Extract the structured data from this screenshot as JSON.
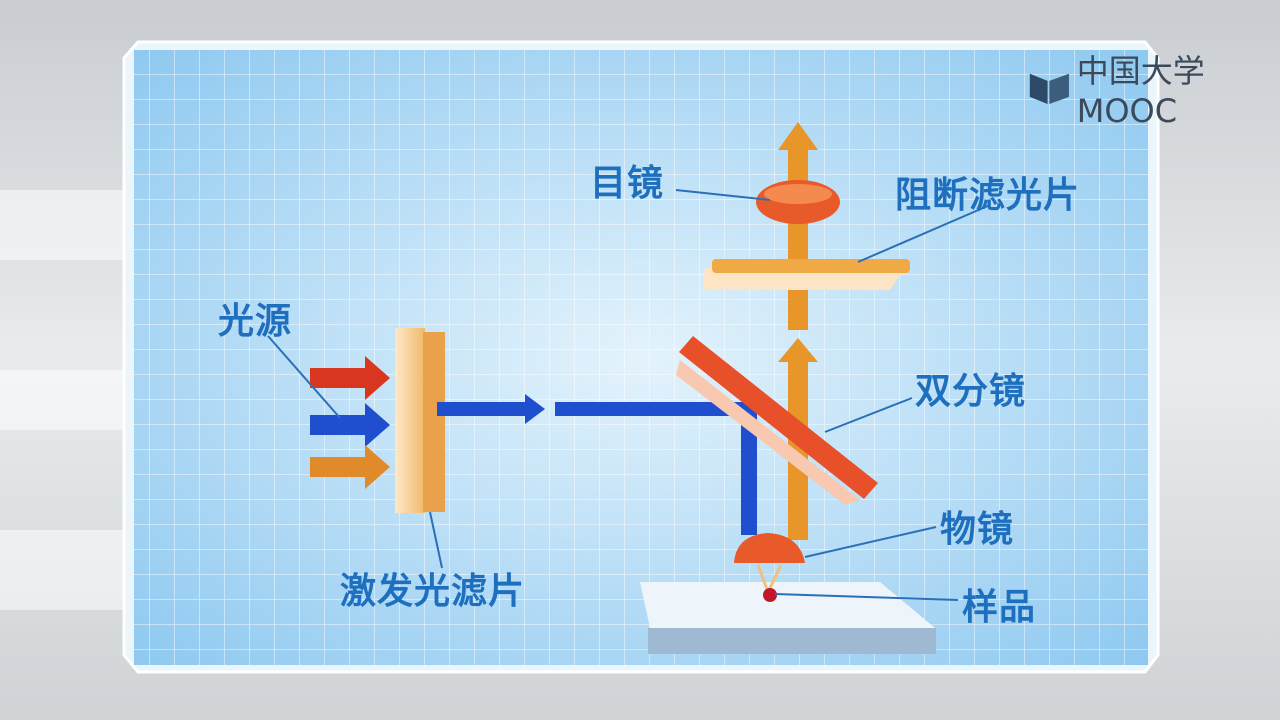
{
  "logo": {
    "text": "中国大学MOOC"
  },
  "labels": {
    "eyepiece": "目镜",
    "barrier_filter": "阻断滤光片",
    "light_source": "光源",
    "dichroic_mirror": "双分镜",
    "objective": "物镜",
    "excitation_filter": "激发光滤片",
    "sample": "样品"
  },
  "colors": {
    "label": "#1f6fbf",
    "panel": "#a9d6f5",
    "excitation_light": "#1f4fcf",
    "emission_light": "#e8962a",
    "red_light": "#d8361f",
    "optics": "#e85a2a"
  }
}
